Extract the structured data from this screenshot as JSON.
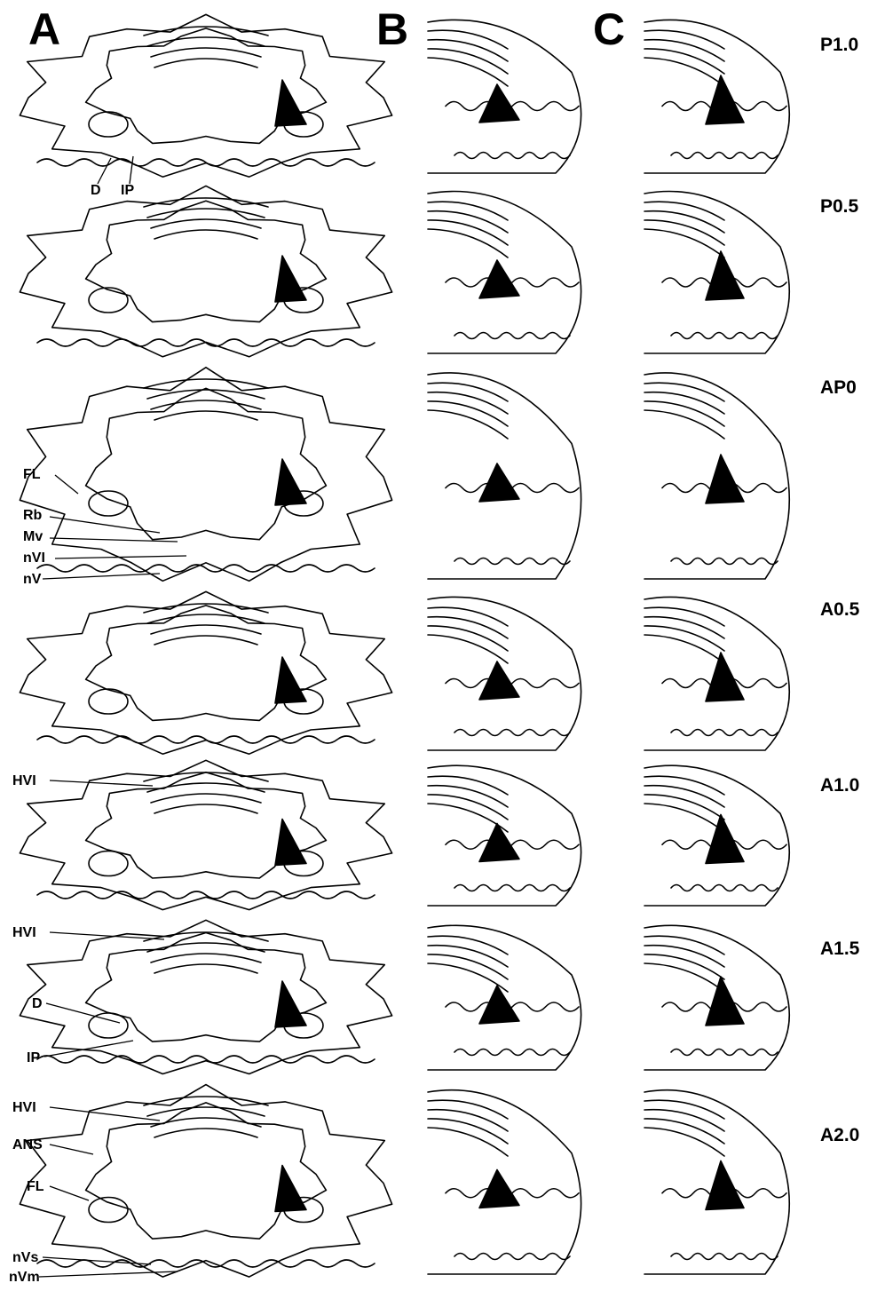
{
  "panels": [
    "A",
    "B",
    "C"
  ],
  "levels": [
    "P1.0",
    "P0.5",
    "AP0",
    "A0.5",
    "A1.0",
    "A1.5",
    "A2.0"
  ],
  "annotations": {
    "p1_D": "D",
    "p1_IP": "IP",
    "ap0_FL": "FL",
    "ap0_Rb": "Rb",
    "ap0_Mv": "Mv",
    "ap0_nVI": "nVI",
    "ap0_nV": "nV",
    "a10_HVI": "HVI",
    "a15_HVI": "HVI",
    "a15_D": "D",
    "a15_IP": "IP",
    "a20_HVI": "HVI",
    "a20_ANS": "ANS",
    "a20_FL": "FL",
    "a20_nVs": "nVs",
    "a20_nVm": "nVm"
  },
  "colors": {
    "ink": "#000000",
    "paper": "#ffffff"
  }
}
